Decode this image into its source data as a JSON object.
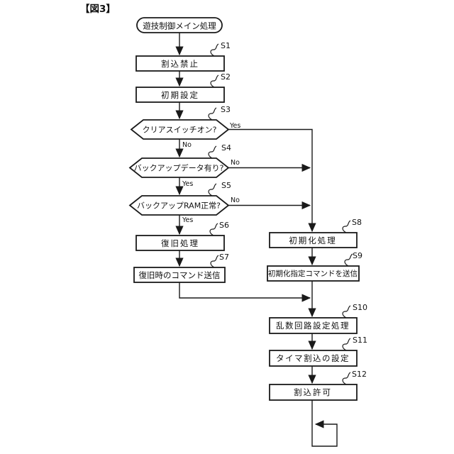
{
  "figure_label": "【図3】",
  "flowchart": {
    "start": {
      "label": "遊技制御メイン処理"
    },
    "branch_labels": {
      "yes": "Yes",
      "no": "No"
    },
    "steps": [
      {
        "id": "S1",
        "type": "process",
        "label": "割込禁止"
      },
      {
        "id": "S2",
        "type": "process",
        "label": "初期設定"
      },
      {
        "id": "S3",
        "type": "decision",
        "label": "クリアスイッチオン?"
      },
      {
        "id": "S4",
        "type": "decision",
        "label": "バックアップデータ有り?"
      },
      {
        "id": "S5",
        "type": "decision",
        "label": "バックアップRAM正常?"
      },
      {
        "id": "S6",
        "type": "process",
        "label": "復旧処理"
      },
      {
        "id": "S7",
        "type": "process",
        "label": "復旧時のコマンド送信"
      },
      {
        "id": "S8",
        "type": "process",
        "label": "初期化処理"
      },
      {
        "id": "S9",
        "type": "process",
        "label": "初期化指定コマンドを送信"
      },
      {
        "id": "S10",
        "type": "process",
        "label": "乱数回路設定処理"
      },
      {
        "id": "S11",
        "type": "process",
        "label": "タイマ割込の設定"
      },
      {
        "id": "S12",
        "type": "process",
        "label": "割込許可"
      }
    ],
    "edges": [
      {
        "from": "start",
        "to": "S1",
        "label": ""
      },
      {
        "from": "S1",
        "to": "S2",
        "label": ""
      },
      {
        "from": "S2",
        "to": "S3",
        "label": ""
      },
      {
        "from": "S3",
        "to": "S8",
        "label": "Yes"
      },
      {
        "from": "S3",
        "to": "S4",
        "label": "No"
      },
      {
        "from": "S4",
        "to": "S8",
        "label": "No"
      },
      {
        "from": "S4",
        "to": "S5",
        "label": "Yes"
      },
      {
        "from": "S5",
        "to": "S8",
        "label": "No"
      },
      {
        "from": "S5",
        "to": "S6",
        "label": "Yes"
      },
      {
        "from": "S6",
        "to": "S7",
        "label": ""
      },
      {
        "from": "S7",
        "to": "S10",
        "label": ""
      },
      {
        "from": "S8",
        "to": "S9",
        "label": ""
      },
      {
        "from": "S9",
        "to": "S10",
        "label": ""
      },
      {
        "from": "S10",
        "to": "S11",
        "label": ""
      },
      {
        "from": "S11",
        "to": "S12",
        "label": ""
      },
      {
        "from": "S12",
        "to": "loop",
        "label": ""
      }
    ]
  }
}
